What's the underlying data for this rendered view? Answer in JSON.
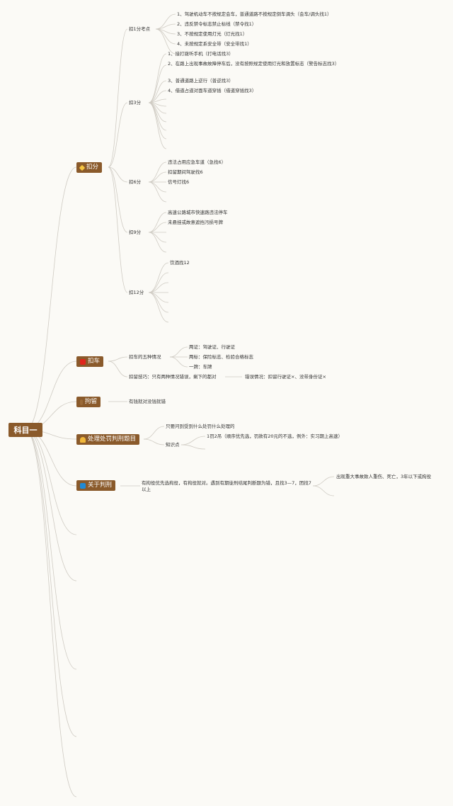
{
  "root": "科目一",
  "deduct": {
    "label": "扣分",
    "icon": "diamond-icon",
    "groups": [
      {
        "label": "扣1分考点",
        "items": [
          "1、驾驶机动车不按规定会车，普通道路不按规定倒车调头（会车/调头找1）",
          "2、违反禁令标志禁止标线（禁令找1）",
          "3、不按规定使用灯光（灯光找1）",
          "4、未按规定系安全带（安全带找1）"
        ]
      },
      {
        "label": "扣3分",
        "items": [
          "1、接打拨听手机（打电话找3）",
          "2、在路上出现事故故障停车后，没有按照规定使用灯光和放置标志（警告标志找3）",
          "3、普通道路上逆行（普逆找3）",
          "4、借道占道对面车道穿插（借道穿插找3）"
        ]
      },
      {
        "label": "扣6分",
        "items": [
          "违法占用应急车道（急找6）",
          "扣留期间驾驶找6",
          "信号灯找6"
        ]
      },
      {
        "label": "扣9分",
        "items": [
          "高速公路城市快速路违法停车",
          "未悬挂或故意遮挡污损号牌"
        ]
      },
      {
        "label": "扣12分",
        "items": [
          "饮酒找12"
        ]
      }
    ]
  },
  "seize": {
    "label": "扣车",
    "icon": "red-square-icon",
    "five_label": "扣车的五种情况",
    "five_items": [
      "两证：驾驶证、行驶证",
      "两标：保险标志、检验合格标志",
      "一牌：车牌"
    ],
    "tip_label": "扣留技巧：只有两种情况错误，剩下的都对",
    "tip_detail": "错误情况：扣留行驶证×、没带身份证×"
  },
  "detain": {
    "label": "拘留",
    "detail": "有钱就对没钱就错"
  },
  "handling": {
    "label": "处理处罚判刑题目",
    "icon": "bell-icon",
    "line1": "只要问到受到什么处罚什么处理的",
    "knowledge_label": "知识点",
    "knowledge_detail": "1罚2吊（顺序优先选，罚款有20元的不选，例外：实习期上高速）"
  },
  "sentence": {
    "label": "关于判刑",
    "icon": "blue-square-icon",
    "detail": "有拘役优先选拘役，有拘役就对。遇到有期徒刑结尾判断题为错，且找3—7，团找7以上",
    "extra": "出现重大事故致人重伤、死亡，3年以下或拘役"
  },
  "colors": {
    "node_bg": "#8a5a2b",
    "line": "#cfcbc3",
    "text": "#333333"
  }
}
